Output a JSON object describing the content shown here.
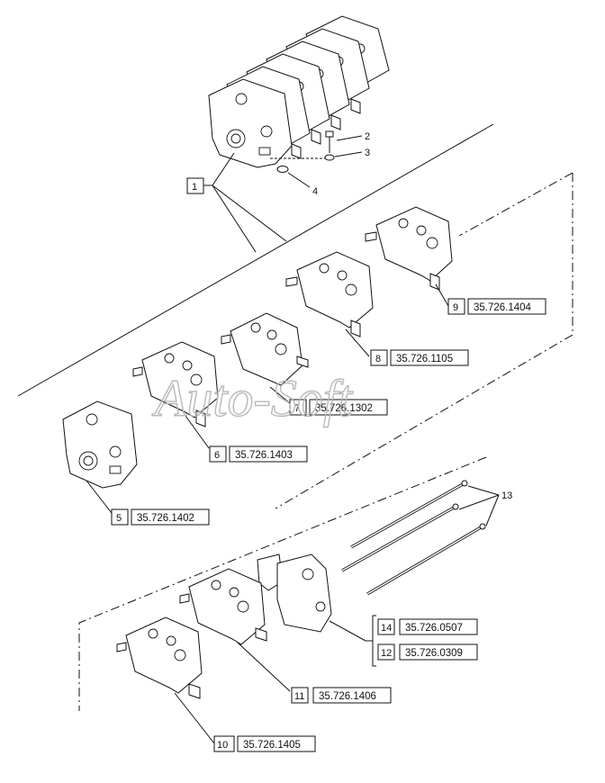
{
  "watermark": "Auto-Soft",
  "callouts": {
    "c2": "2",
    "c3": "3",
    "c4": "4",
    "c13": "13"
  },
  "labels": [
    {
      "id": "1",
      "num": "1",
      "code": ""
    },
    {
      "id": "5",
      "num": "5",
      "code": "35.726.1402"
    },
    {
      "id": "6",
      "num": "6",
      "code": "35.726.1403"
    },
    {
      "id": "7",
      "num": "7",
      "code": "35.726.1302"
    },
    {
      "id": "8",
      "num": "8",
      "code": "35.726.1105"
    },
    {
      "id": "9",
      "num": "9",
      "code": "35.726.1404"
    },
    {
      "id": "10",
      "num": "10",
      "code": "35.726.1405"
    },
    {
      "id": "11",
      "num": "11",
      "code": "35.726.1406"
    },
    {
      "id": "12",
      "num": "12",
      "code": "35.726.0309"
    },
    {
      "id": "14",
      "num": "14",
      "code": "35.726.0507"
    }
  ]
}
